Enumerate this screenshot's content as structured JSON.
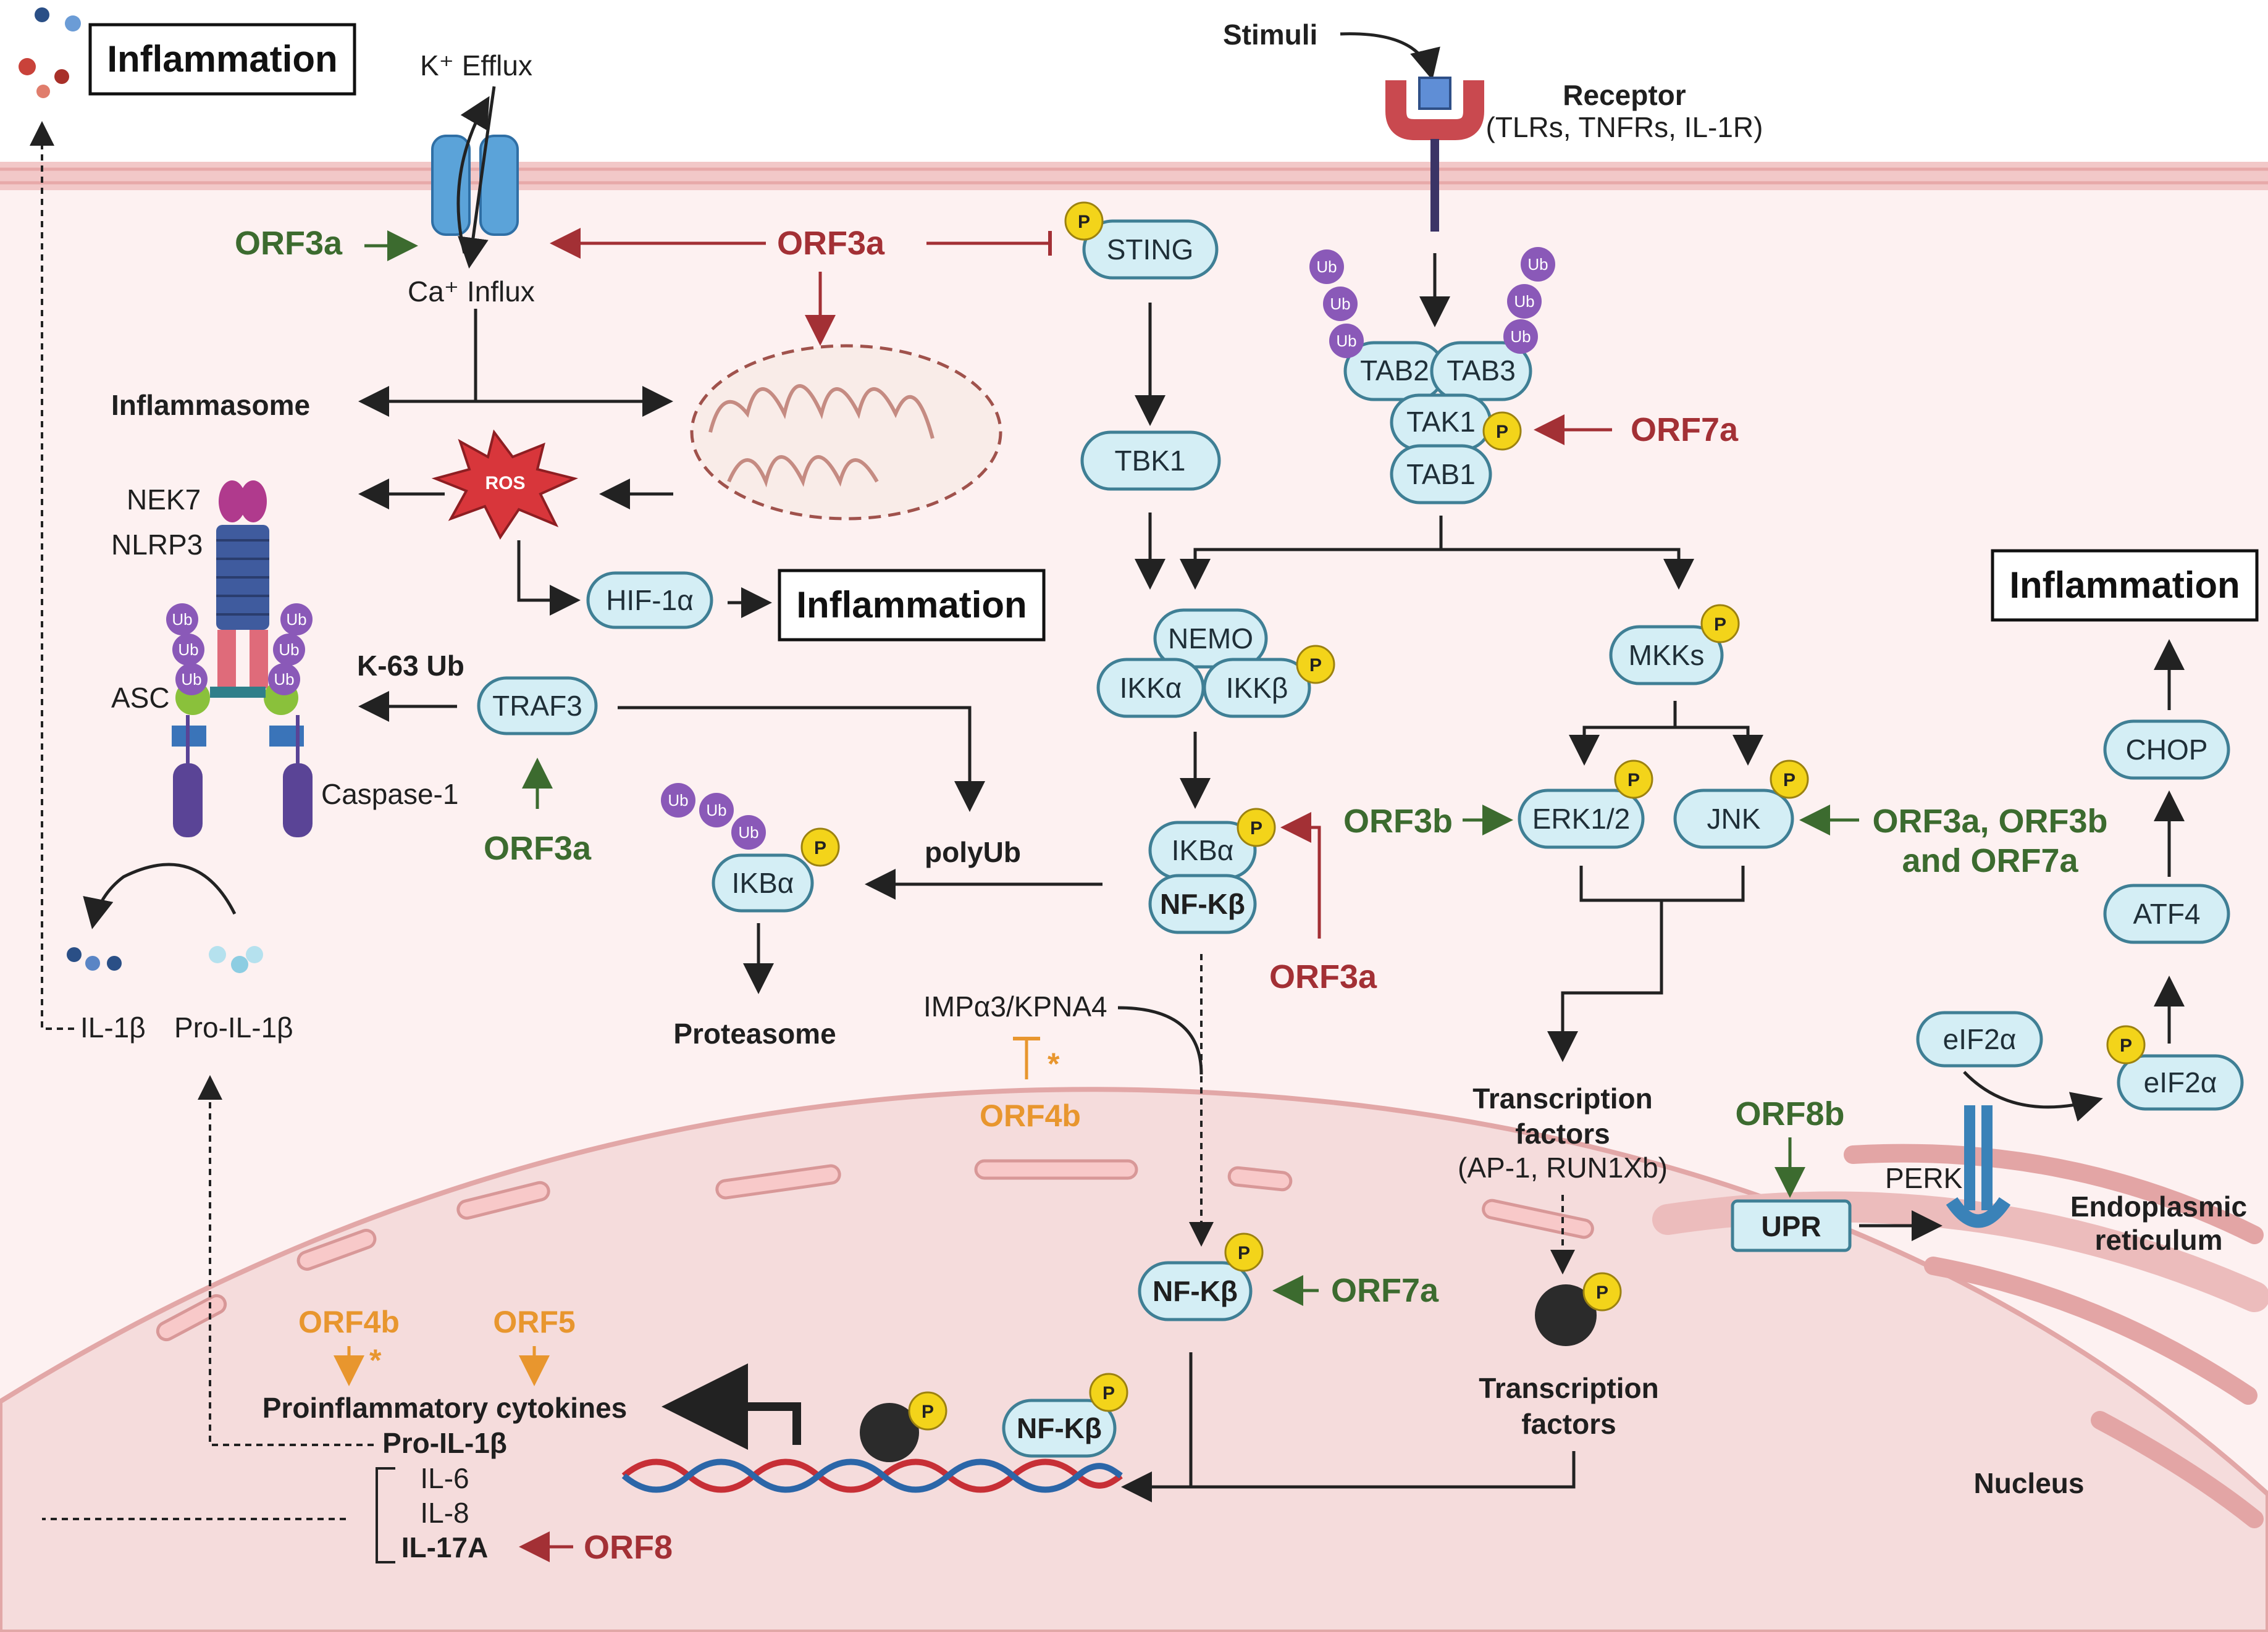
{
  "outputs": {
    "inflammation": "Inflammation"
  },
  "membrane": {
    "k_efflux": "K⁺ Efflux",
    "ca_influx": "Ca⁺  Influx"
  },
  "receptor": {
    "stimuli": "Stimuli",
    "title": "Receptor",
    "types": "(TLRs, TNFRs, IL-1R)"
  },
  "inflammasome": {
    "title": "Inflammasome",
    "nek7": "NEK7",
    "nlrp3": "NLRP3",
    "asc": "ASC",
    "caspase1": "Caspase-1",
    "ros": "ROS",
    "hif1a": "HIF-1α",
    "k63ub": "K-63 Ub",
    "traf3": "TRAF3",
    "il1b": "IL-1β",
    "pro_il1b": "Pro-IL-1β"
  },
  "modifiers": {
    "ub": "Ub",
    "p": "P"
  },
  "sting_pathway": {
    "sting": "STING",
    "tbk1": "TBK1"
  },
  "tak_complex": {
    "tab2": "TAB2",
    "tab3": "TAB3",
    "tak1": "TAK1",
    "tab1": "TAB1"
  },
  "nfkb_pathway": {
    "nemo": "NEMO",
    "ikka": "IKKα",
    "ikkb": "IKKβ",
    "ikba": "IKBα",
    "nfkb": "NF-Kβ",
    "polyub": "polyUb",
    "proteasome": "Proteasome",
    "impa3": "IMPα3/KPNA4",
    "asterisk": "*"
  },
  "mapk_pathway": {
    "mkks": "MKKs",
    "erk": "ERK1/2",
    "jnk": "JNK",
    "tf_title_1": "Transcription",
    "tf_title_2": "factors",
    "tf_types": "(AP-1, RUN1Xb)"
  },
  "er_stress": {
    "upr": "UPR",
    "perk": "PERK",
    "eif2a": "eIF2α",
    "atf4": "ATF4",
    "chop": "CHOP",
    "er_1": "Endoplasmic",
    "er_2": "reticulum"
  },
  "nucleus": {
    "label": "Nucleus",
    "tf_1": "Transcription",
    "tf_2": "factors",
    "cytokines": "Proinflammatory cytokines",
    "pro_il1b": "Pro-IL-1β",
    "il6": "IL-6",
    "il8": "IL-8",
    "il17a": "IL-17A"
  },
  "orfs": {
    "orf3a": "ORF3a",
    "orf7a": "ORF7a",
    "orf3b": "ORF3b",
    "orf3a_3b_7a_1": "ORF3a, ORF3b",
    "orf3a_3b_7a_2": "and ORF7a",
    "orf4b": "ORF4b",
    "orf5": "ORF5",
    "orf8": "ORF8",
    "orf8b": "ORF8b"
  },
  "colors": {
    "activation_green": "#3c6b2f",
    "inhibition_red": "#a33035",
    "orange": "#e8962e",
    "protein_fill": "#d4eef5",
    "protein_stroke": "#3f7f95",
    "phospho_yellow": "#f3d41a",
    "ub_purple": "#8a59b8",
    "cell_bg": "#fdf1f1",
    "nucleus_bg": "#f5dcdc"
  }
}
